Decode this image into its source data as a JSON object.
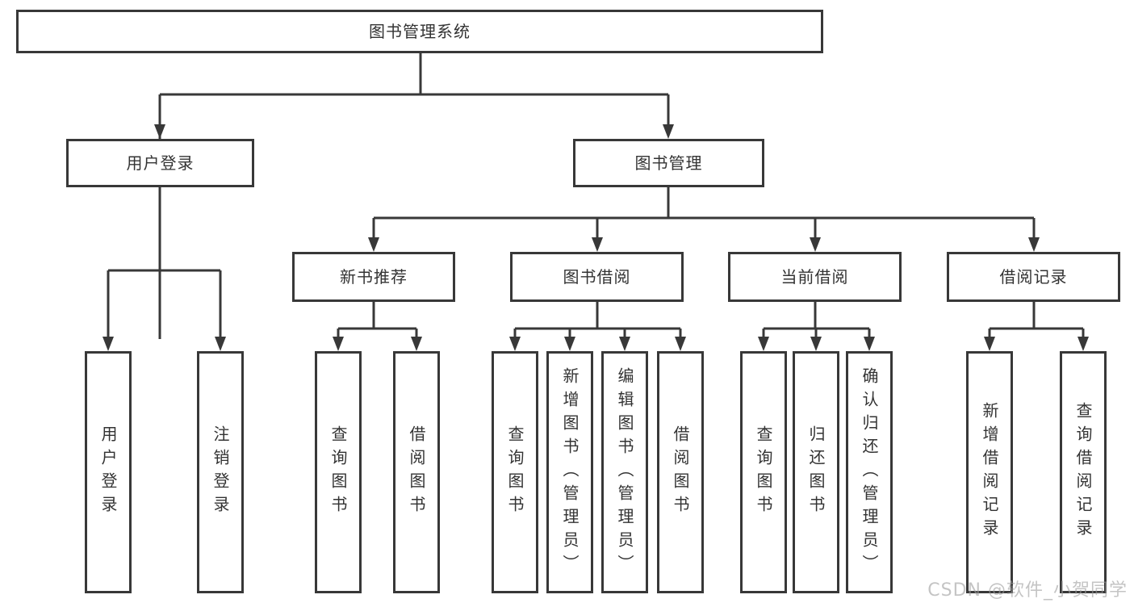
{
  "diagram": {
    "type": "hierarchy-tree",
    "root": "图书管理系统",
    "level2": {
      "user_login": "用户登录",
      "book_management": "图书管理"
    },
    "level3": {
      "new_book_recommend": "新书推荐",
      "book_borrowing": "图书借阅",
      "current_borrowing": "当前借阅",
      "borrowing_records": "借阅记录"
    },
    "leaves": {
      "user_login": [
        "用户登录",
        "注销登录"
      ],
      "new_book_recommend": [
        "查询图书",
        "借阅图书"
      ],
      "book_borrowing": [
        "查询图书",
        "新增图书（管理员）",
        "编辑图书（管理员）",
        "借阅图书"
      ],
      "current_borrowing": [
        "查询图书",
        "归还图书",
        "确认归还（管理员）"
      ],
      "borrowing_records": [
        "新增借阅记录",
        "查询借阅记录"
      ]
    }
  },
  "watermark": "CSDN @软件_小贺同学",
  "colors": {
    "line": "#383838",
    "text": "#333333",
    "background": "#ffffff",
    "watermark": "#9e9e9e"
  }
}
